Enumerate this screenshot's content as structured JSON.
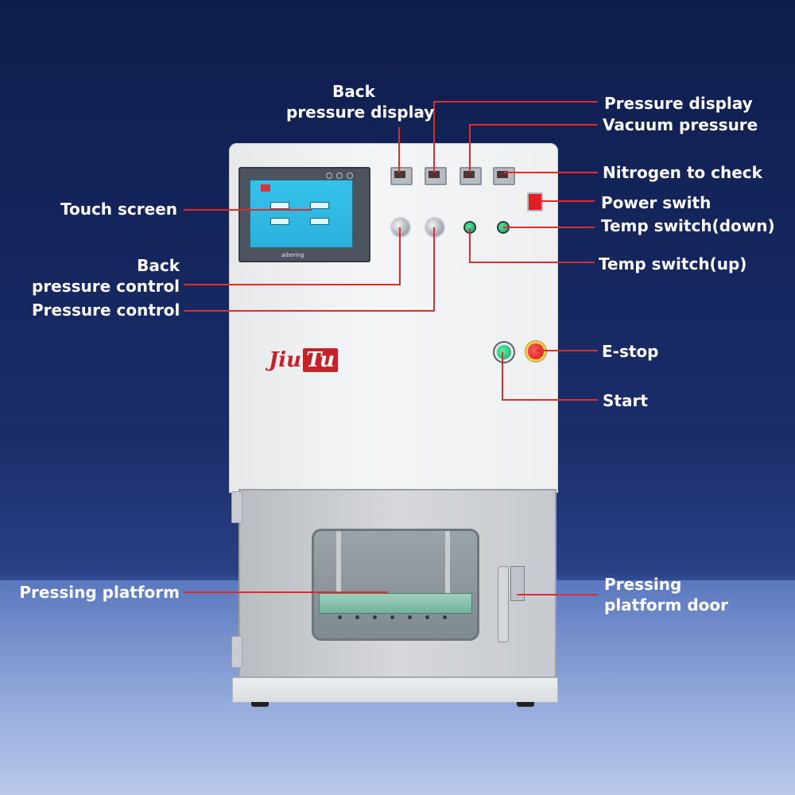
{
  "brand": {
    "part1": "Jiu",
    "part2": "Tu"
  },
  "screen_brand": "aibering",
  "callouts": {
    "back_pressure_display": [
      "Back",
      "pressure display"
    ],
    "pressure_display": "Pressure display",
    "vacuum_pressure": "Vacuum pressure",
    "nitrogen_to_check": "Nitrogen to check",
    "power_switch": "Power swith",
    "temp_switch_down": "Temp switch(down)",
    "temp_switch_up": "Temp switch(up)",
    "touch_screen": "Touch screen",
    "back_pressure_control": [
      "Back",
      "pressure control"
    ],
    "pressure_control": "Pressure control",
    "e_stop": "E-stop",
    "start": "Start",
    "pressing_platform": "Pressing platform",
    "pressing_platform_door": [
      "Pressing",
      "platform door"
    ]
  },
  "colors": {
    "callout_line": "#e02b2b",
    "brand_red": "#c3232b",
    "background": "#1a2d6a"
  }
}
